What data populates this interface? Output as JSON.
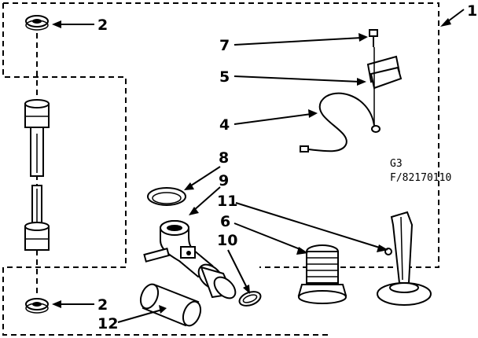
{
  "assembly_callout": "1",
  "callouts": {
    "washer_top": "2",
    "washer_bottom": "2",
    "screw": "7",
    "clamp": "5",
    "ground_wire": "4",
    "o_ring_top": "8",
    "elbow": "9",
    "leg": "11",
    "foot": "6",
    "o_ring_bottom": "10",
    "hose": "12"
  },
  "figure_code": {
    "line1": "G3",
    "line2": "F/82170110"
  }
}
